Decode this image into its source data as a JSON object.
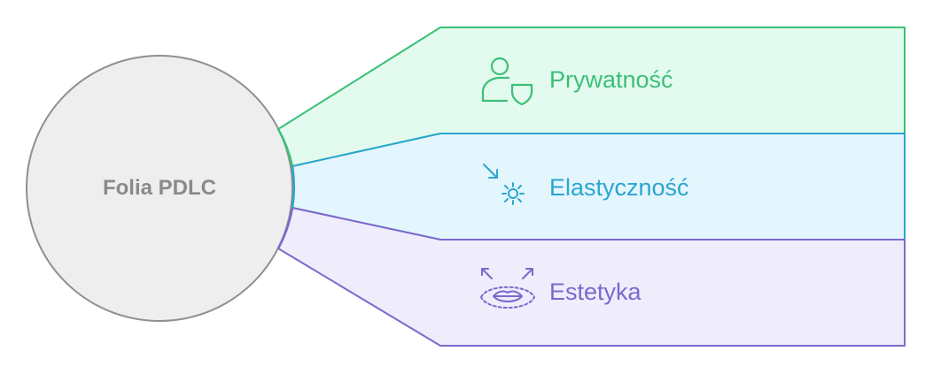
{
  "center": {
    "label": "Folia PDLC"
  },
  "branches": [
    {
      "label": "Prywatność",
      "icon": "person-shield-icon",
      "color": "#3cbf78",
      "fill": "#e3fbee"
    },
    {
      "label": "Elastyczność",
      "icon": "compress-arrow-icon",
      "color": "#2aa6cf",
      "fill": "#e4f6fd"
    },
    {
      "label": "Estetyka",
      "icon": "lips-expand-icon",
      "color": "#7c68cc",
      "fill": "#efecfc"
    }
  ],
  "colors": {
    "circle_fill": "#eeeeee",
    "circle_stroke": "#8f8f8f",
    "center_text": "#8a8a8a"
  }
}
